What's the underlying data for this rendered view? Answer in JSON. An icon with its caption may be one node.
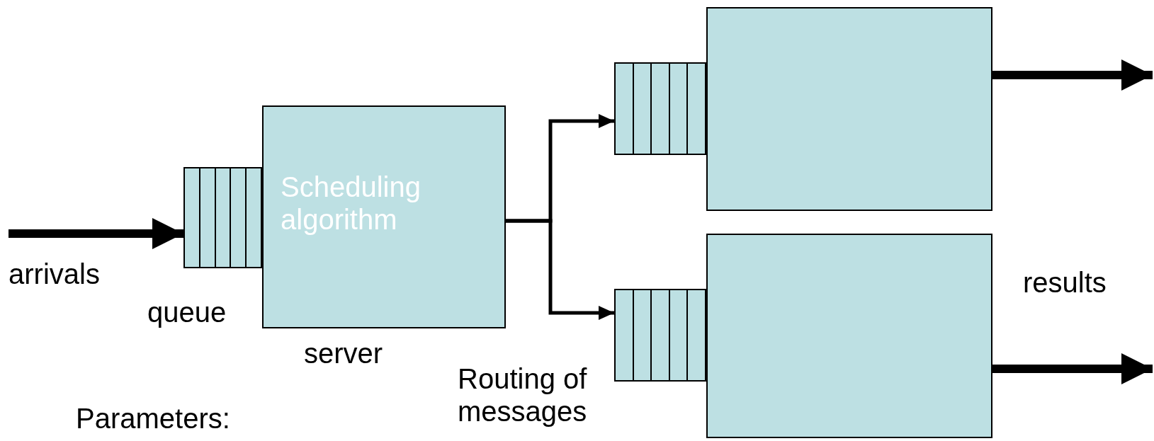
{
  "diagram": {
    "nodes": [
      {
        "text": [],
        "shape": "box",
        "beside": [
          "queue"
        ]
      },
      {
        "text": [
          "Scheduling algorithm"
        ],
        "beside": [
          "server"
        ]
      },
      {
        "text": [],
        "shape": "box"
      },
      {
        "text": [],
        "shape": "box"
      },
      {
        "text": [],
        "shape": "box"
      },
      {
        "text": [],
        "shape": "box"
      }
    ],
    "edges": [
      {
        "from": null,
        "to": 0,
        "arrow": "to"
      },
      {
        "from": 1,
        "to": 2,
        "arrow": "to"
      },
      {
        "from": 1,
        "to": 4,
        "arrow": "to"
      },
      {
        "from": 3,
        "to": null,
        "arrow": "to"
      },
      {
        "from": 5,
        "to": null,
        "arrow": "to"
      }
    ],
    "labels": [
      "arrivals",
      "Routing of messages",
      "Parameters:",
      "results"
    ]
  }
}
